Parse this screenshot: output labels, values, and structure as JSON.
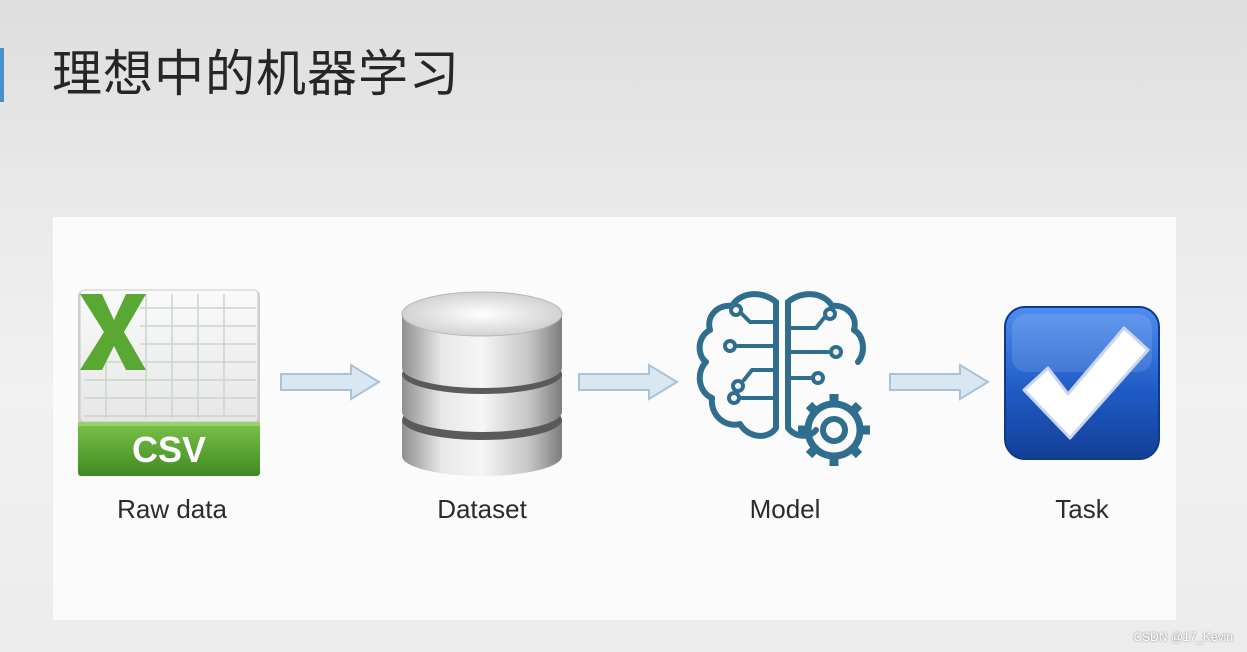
{
  "title": "理想中的机器学习",
  "pipeline": [
    {
      "icon": "csv-file-icon",
      "label": "Raw data",
      "badge": "CSV"
    },
    {
      "icon": "database-icon",
      "label": "Dataset"
    },
    {
      "icon": "brain-gear-icon",
      "label": "Model"
    },
    {
      "icon": "checkbox-check-icon",
      "label": "Task"
    }
  ],
  "colors": {
    "excel_green": "#5aa834",
    "arrow_fill": "#d9e7f2",
    "arrow_stroke": "#a9c3d6",
    "brain_blue": "#2f6e8f",
    "task_blue": "#1f5bc6"
  },
  "watermark": "CSDN @17_Kevin"
}
